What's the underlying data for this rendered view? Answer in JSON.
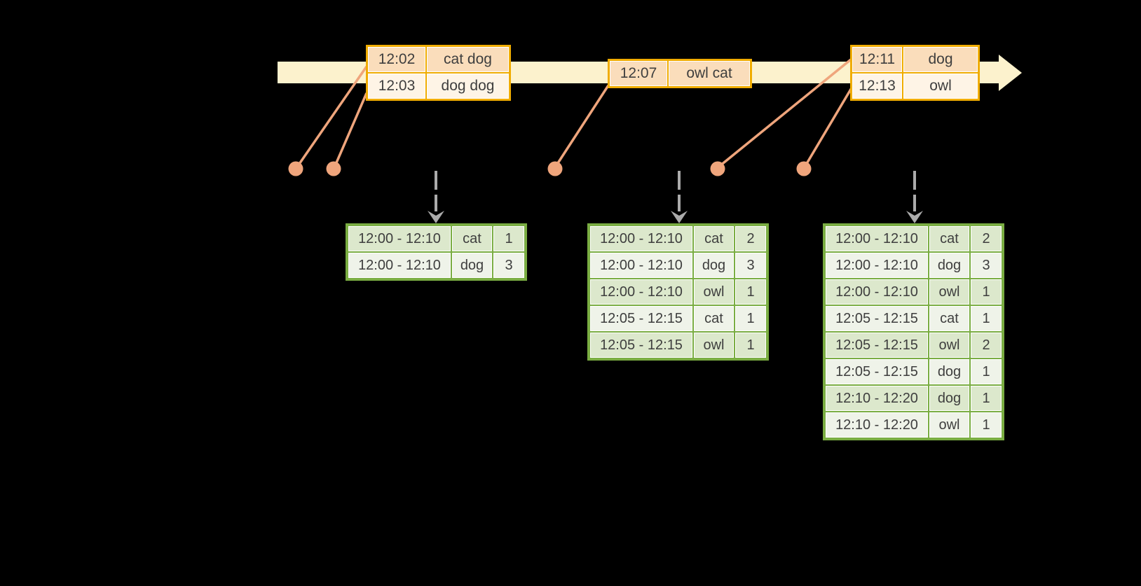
{
  "colors": {
    "background": "#000000",
    "band": "#FCF2CD",
    "gold": "#F0AC00",
    "peach": "#FADDBB",
    "cream": "#FEF4E6",
    "salmon": "#EFA57C",
    "gray": "#ABABAB",
    "green": "#7AAD42",
    "greendark": "#DCE8CC",
    "greenlight": "#EFF3E9",
    "text": "#3E3E3E"
  },
  "timeline": {
    "icons": [
      "timeline-band",
      "timeline-arrowhead",
      "event-dot",
      "event-connector-line",
      "trigger-arrow"
    ]
  },
  "event_tables": [
    {
      "name": "events-batch-1",
      "rows": [
        [
          "12:02",
          "cat dog"
        ],
        [
          "12:03",
          "dog dog"
        ]
      ]
    },
    {
      "name": "events-batch-2",
      "rows": [
        [
          "12:07",
          "owl cat"
        ]
      ]
    },
    {
      "name": "events-batch-3",
      "rows": [
        [
          "12:11",
          "dog"
        ],
        [
          "12:13",
          "owl"
        ]
      ]
    }
  ],
  "result_tables": [
    {
      "name": "windowed-counts-1",
      "rows": [
        [
          "12:00 - 12:10",
          "cat",
          "1"
        ],
        [
          "12:00 - 12:10",
          "dog",
          "3"
        ]
      ]
    },
    {
      "name": "windowed-counts-2",
      "rows": [
        [
          "12:00 - 12:10",
          "cat",
          "2"
        ],
        [
          "12:00 - 12:10",
          "dog",
          "3"
        ],
        [
          "12:00 - 12:10",
          "owl",
          "1"
        ],
        [
          "12:05 - 12:15",
          "cat",
          "1"
        ],
        [
          "12:05 - 12:15",
          "owl",
          "1"
        ]
      ]
    },
    {
      "name": "windowed-counts-3",
      "rows": [
        [
          "12:00 - 12:10",
          "cat",
          "2"
        ],
        [
          "12:00 - 12:10",
          "dog",
          "3"
        ],
        [
          "12:00 - 12:10",
          "owl",
          "1"
        ],
        [
          "12:05 - 12:15",
          "cat",
          "1"
        ],
        [
          "12:05 - 12:15",
          "owl",
          "2"
        ],
        [
          "12:05 - 12:15",
          "dog",
          "1"
        ],
        [
          "12:10 - 12:20",
          "dog",
          "1"
        ],
        [
          "12:10 - 12:20",
          "owl",
          "1"
        ]
      ]
    }
  ]
}
